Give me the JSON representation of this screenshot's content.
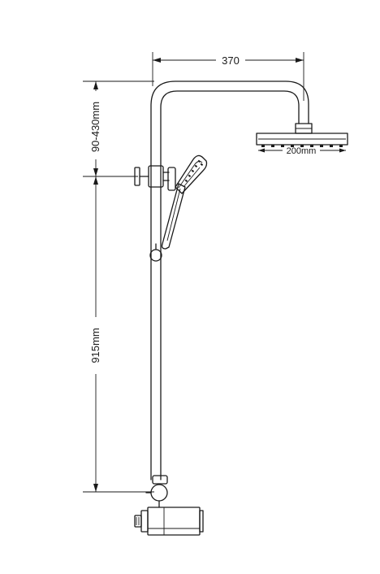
{
  "dimensions": {
    "arm_reach": "370",
    "head_diameter": "200mm",
    "height_adjust": "90-430mm",
    "riser_height": "915mm"
  }
}
